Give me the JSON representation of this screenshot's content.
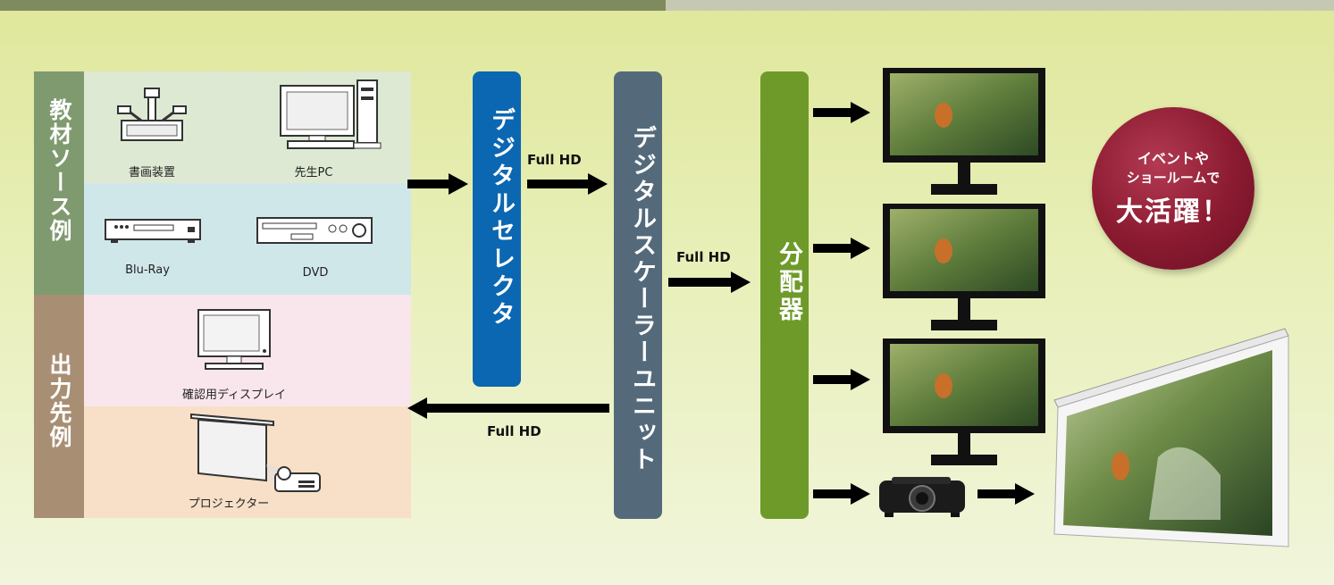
{
  "sources": {
    "label": "教材ソース例",
    "items": [
      "書画装置",
      "先生PC",
      "Blu-Ray",
      "DVD"
    ]
  },
  "outputs": {
    "label": "出力先例",
    "items": [
      "確認用ディスプレイ",
      "プロジェクター"
    ]
  },
  "devices": {
    "selector": "デジタルセレクタ",
    "scaler": "デジタルスケーラーユニット",
    "distributor": "分配器"
  },
  "flows": {
    "selector_to_scaler": "Full HD",
    "scaler_to_distributor": "Full HD",
    "scaler_to_output": "Full HD"
  },
  "badge": {
    "line1": "イベントや",
    "line2": "ショールームで",
    "line3": "大活躍！"
  },
  "colors": {
    "selector": "#0b67b1",
    "scaler": "#546a7b",
    "distributor": "#6e9a2a",
    "source_label_bg": "#7f9a6f",
    "output_label_bg": "#a88f74",
    "badge": "#8a1a30"
  }
}
